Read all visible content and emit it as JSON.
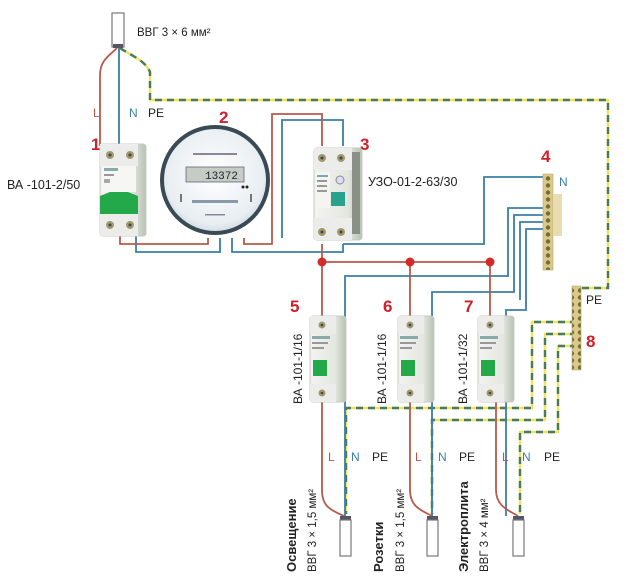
{
  "colors": {
    "phase": "#b85a4a",
    "neutral": "#3a7ea6",
    "pe_green": "#4a7a5a",
    "pe_yellow": "#f2e45a",
    "junction": "#d42a2a",
    "number": "#d0202a"
  },
  "supply": {
    "cable_label": "ВВГ 3 × 6 мм²",
    "wire_labels": {
      "L": "L",
      "N": "N",
      "PE": "PE"
    }
  },
  "components": [
    {
      "number": "1",
      "type": "breaker-2p",
      "label": "ВА -101-2/50"
    },
    {
      "number": "2",
      "type": "electric-meter",
      "label": "",
      "display": "13372"
    },
    {
      "number": "3",
      "type": "rcd",
      "label": "УЗО-01-2-63/30"
    },
    {
      "number": "4",
      "type": "neutral-bus",
      "label": "N"
    },
    {
      "number": "5",
      "type": "breaker-1p",
      "label": "ВА -101-1/16"
    },
    {
      "number": "6",
      "type": "breaker-1p",
      "label": "ВА -101-1/16"
    },
    {
      "number": "7",
      "type": "breaker-1p",
      "label": "ВА -101-1/32"
    },
    {
      "number": "8",
      "type": "pe-bus",
      "label": "PE"
    }
  ],
  "outputs": [
    {
      "name": "Освещение",
      "cable": "ВВГ 3 × 1,5 мм²",
      "wire_labels": {
        "L": "L",
        "N": "N",
        "PE": "PE"
      }
    },
    {
      "name": "Розетки",
      "cable": "ВВГ 3 × 1,5 мм²",
      "wire_labels": {
        "L": "L",
        "N": "N",
        "PE": "PE"
      }
    },
    {
      "name": "Электроплита",
      "cable": "ВВГ 3 × 4 мм²",
      "wire_labels": {
        "L": "L",
        "N": "N",
        "PE": "PE"
      }
    }
  ]
}
